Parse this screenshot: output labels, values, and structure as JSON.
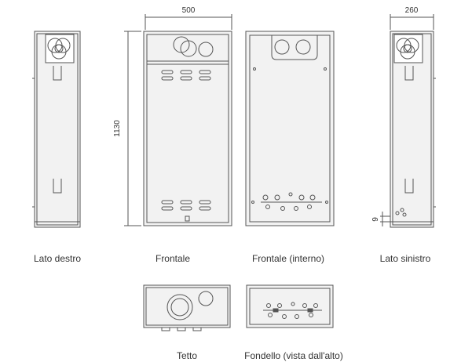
{
  "dimensions": {
    "width": "500",
    "height": "1130",
    "depth": "260",
    "small": "9"
  },
  "views": {
    "right_side": "Lato destro",
    "front": "Frontale",
    "front_inner": "Frontale (interno)",
    "left_side": "Lato sinistro",
    "roof": "Tetto",
    "bottom": "Fondello (vista dall'alto)"
  },
  "colors": {
    "line": "#555555",
    "panel": "#f2f2f2",
    "panel_dark": "#e6e6e6",
    "text": "#333333"
  }
}
